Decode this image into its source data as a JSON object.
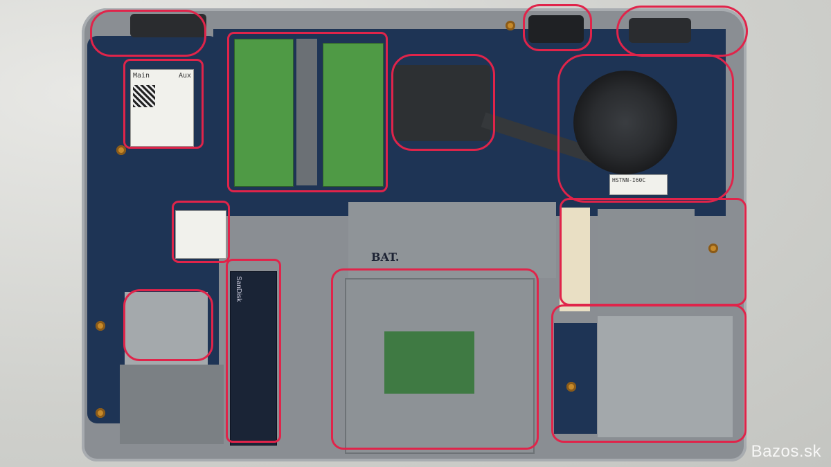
{
  "photo": {
    "subject": "",
    "wifi_card_label_left": "Main",
    "wifi_card_label_right": "Aux",
    "fan_label": "HSTNN-I60C",
    "battery_mark_text": "BAT.",
    "ssd_brand": "SanDisk",
    "watermark": "Bazos.sk"
  },
  "colors": {
    "highlight": "#e0244a",
    "board": "#1e3455",
    "ram": "#4f9a45"
  }
}
